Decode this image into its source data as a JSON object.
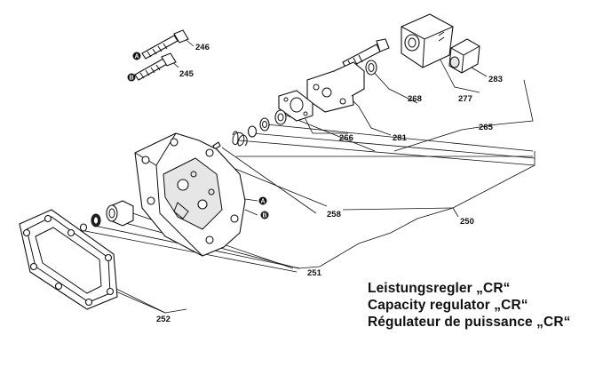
{
  "title_lines": [
    "Leistungsregler „CR“",
    "Capacity regulator „CR“",
    "Régulateur de puissance „CR“"
  ],
  "callouts": {
    "p246": "246",
    "p245": "245",
    "p283": "283",
    "p277": "277",
    "p268": "268",
    "p265": "265",
    "p266": "266",
    "p281": "281",
    "p258": "258",
    "p250": "250",
    "p251": "251",
    "p252": "252"
  },
  "markers": {
    "a": "A",
    "b": "B"
  }
}
